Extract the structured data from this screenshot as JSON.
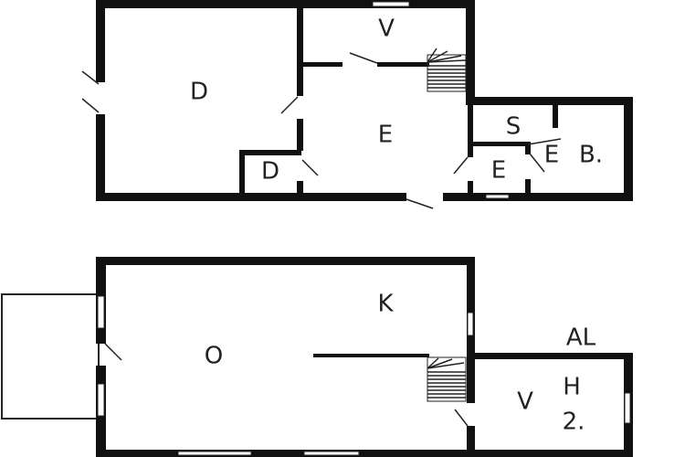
{
  "upper_floor": {
    "rooms": {
      "living": "D",
      "top_room": "V",
      "hall": "E",
      "closet": "D",
      "bath": "S",
      "small_hall": "E",
      "bedroom": "B.",
      "bedroom_overlay": "E"
    }
  },
  "lower_floor": {
    "rooms": {
      "kitchen": "K",
      "living": "O",
      "room_v": "V",
      "room_h": "H",
      "room_2": "2.",
      "room_al": "AL"
    }
  },
  "colors": {
    "wall": "#111111",
    "background": "#ffffff"
  }
}
